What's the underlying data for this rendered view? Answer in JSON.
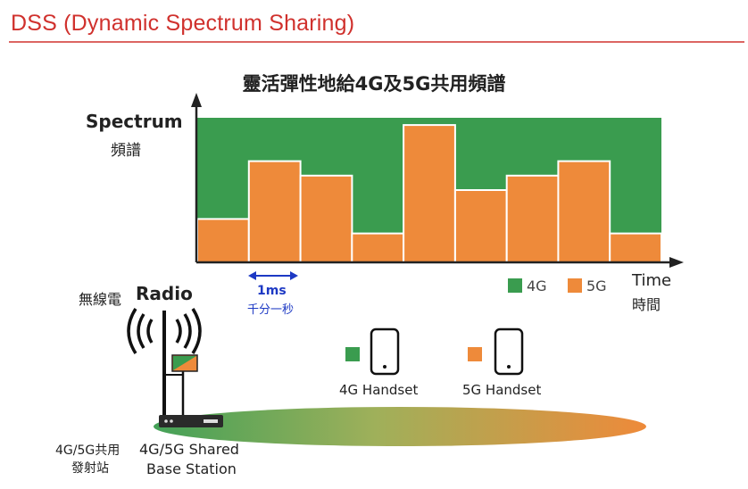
{
  "header": {
    "title": "DSS (Dynamic Spectrum Sharing)"
  },
  "diagram": {
    "subtitle": "靈活彈性地給4G及5G共用頻譜",
    "y_axis_label_en": "Spectrum",
    "y_axis_label_zh": "頻譜",
    "x_axis_label_en": "Time",
    "x_axis_label_zh": "時間",
    "interval_label": "1ms",
    "interval_label_zh": "千分一秒",
    "legend": [
      {
        "label": "4G",
        "color": "#3a9c4f"
      },
      {
        "label": "5G",
        "color": "#ee8a3a"
      }
    ],
    "radio_label_zh": "無線電",
    "radio_label_en": "Radio",
    "handsets": [
      {
        "label": "4G Handset",
        "color": "#3a9c4f"
      },
      {
        "label": "5G Handset",
        "color": "#ee8a3a"
      }
    ],
    "base_station_zh_line1": "4G/5G共用",
    "base_station_zh_line2": "發射站",
    "base_station_en_line1": "4G/5G Shared",
    "base_station_en_line2": "Base Station"
  },
  "chart_data": {
    "type": "area",
    "description_values_5g_share": [
      0.3,
      0.7,
      0.6,
      0.2,
      0.95,
      0.5,
      0.6,
      0.7,
      0.2
    ],
    "colors": {
      "4G": "#3a9c4f",
      "5G": "#ee8a3a"
    }
  }
}
